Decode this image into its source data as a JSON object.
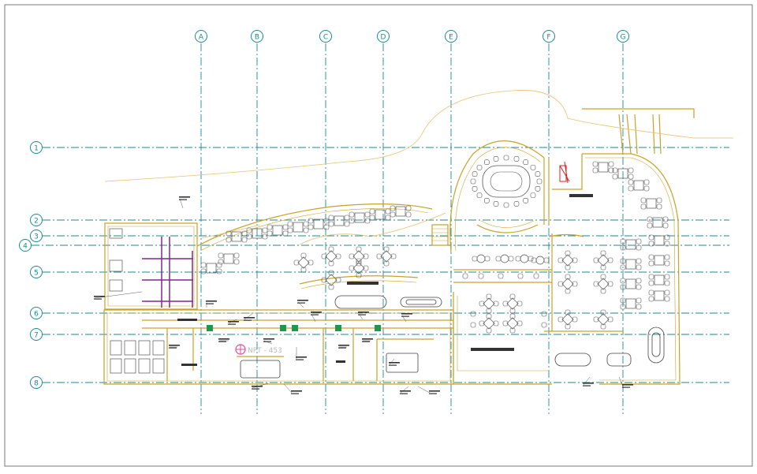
{
  "drawing": {
    "column_grid": [
      {
        "label": "A"
      },
      {
        "label": "B"
      },
      {
        "label": "C"
      },
      {
        "label": "D"
      },
      {
        "label": "E"
      },
      {
        "label": "F"
      },
      {
        "label": "G"
      }
    ],
    "row_grid": [
      {
        "label": "1"
      },
      {
        "label": "2"
      },
      {
        "label": "3"
      },
      {
        "label": "4"
      },
      {
        "label": "5"
      },
      {
        "label": "6"
      },
      {
        "label": "7"
      },
      {
        "label": "8"
      }
    ],
    "stamp_text": "NPT - 453",
    "colors": {
      "wall": "#c9a227",
      "grid": "#1a8a95",
      "furniture": "#555555",
      "tag": "#333333",
      "accent": "#7a2a8a",
      "pink": "#e04a9a",
      "red": "#d62020",
      "green": "#1a9a4a",
      "curve": "#e8c070"
    }
  }
}
